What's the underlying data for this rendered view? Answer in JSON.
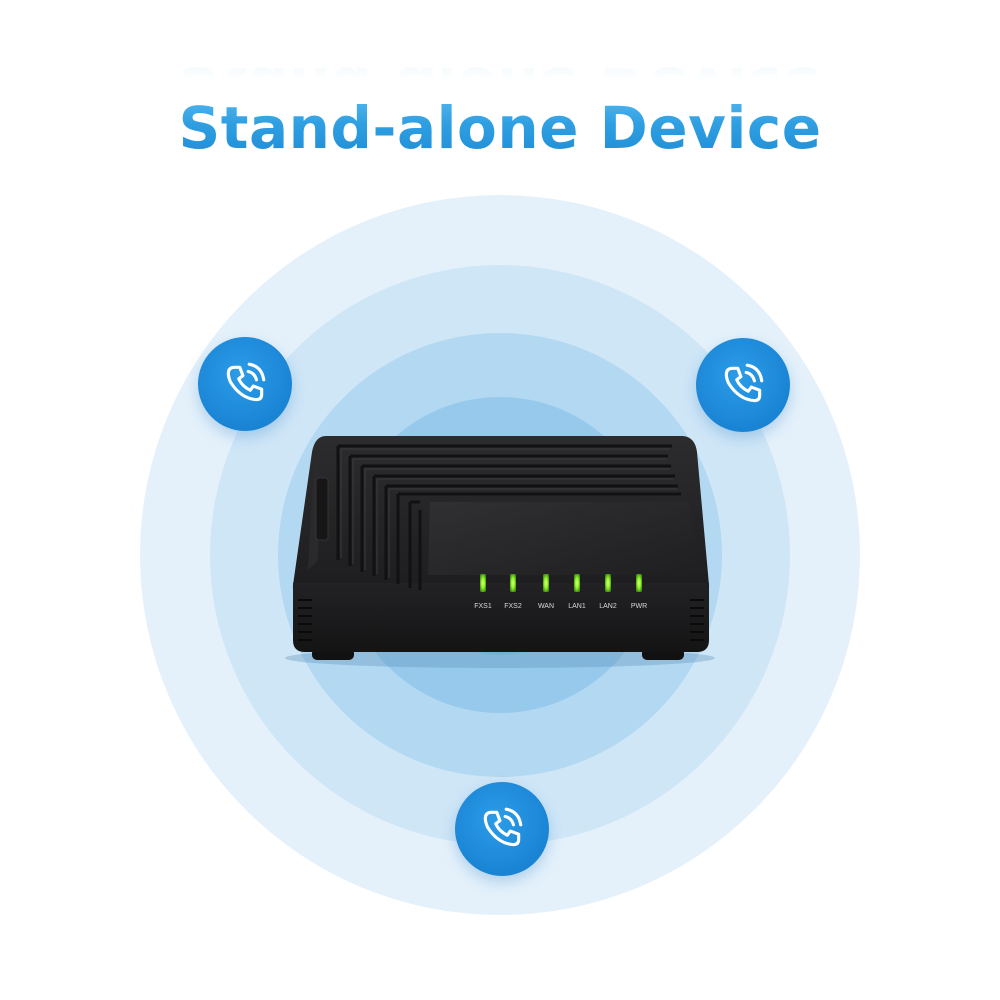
{
  "title": "Stand-alone Device",
  "colors": {
    "title_blue": "#2a9ae0",
    "ring_outer": "#e3f1fb",
    "ring_2": "#cde6f8",
    "ring_3": "#b0d8f3",
    "ring_4": "#94c9ee",
    "ring_inner": "#78bbea",
    "bubble": "#1a84d4",
    "device_body": "#1b1b1c",
    "led_green": "#8cf02a"
  },
  "device": {
    "leds": [
      {
        "label": "FXS1"
      },
      {
        "label": "FXS2"
      },
      {
        "label": "WAN"
      },
      {
        "label": "LAN1"
      },
      {
        "label": "LAN2"
      },
      {
        "label": "PWR"
      }
    ]
  },
  "icons": {
    "call_top_left": "phone-call-icon",
    "call_top_right": "phone-call-icon",
    "call_bottom": "phone-call-icon"
  }
}
